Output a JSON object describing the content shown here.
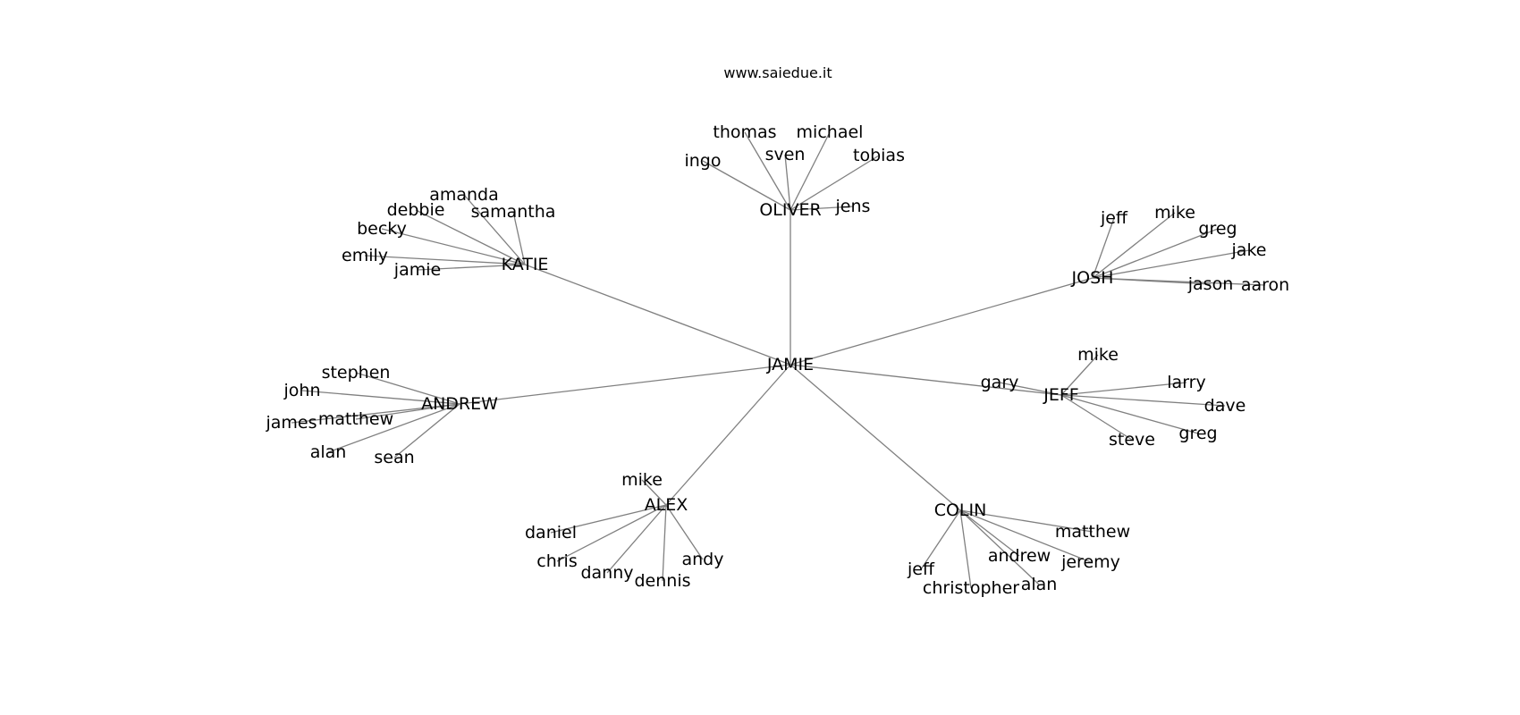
{
  "title": "www.saiedue.it",
  "colors": {
    "background": "#ffffff",
    "edge": "#808080",
    "text": "#000000"
  },
  "diagram": {
    "type": "radial-tree",
    "root": "JAMIE",
    "groups": [
      {
        "hub": "OLIVER",
        "leaves": [
          "thomas",
          "michael",
          "ingo",
          "sven",
          "tobias",
          "jens"
        ]
      },
      {
        "hub": "KATIE",
        "leaves": [
          "amanda",
          "debbie",
          "samantha",
          "becky",
          "emily",
          "jamie"
        ]
      },
      {
        "hub": "JOSH",
        "leaves": [
          "jeff",
          "mike",
          "greg",
          "jake",
          "jason",
          "aaron"
        ]
      },
      {
        "hub": "ANDREW",
        "leaves": [
          "stephen",
          "john",
          "james",
          "matthew",
          "alan",
          "sean"
        ]
      },
      {
        "hub": "JEFF",
        "leaves": [
          "mike",
          "gary",
          "larry",
          "dave",
          "steve",
          "greg"
        ]
      },
      {
        "hub": "ALEX",
        "leaves": [
          "mike",
          "daniel",
          "chris",
          "danny",
          "dennis",
          "andy"
        ]
      },
      {
        "hub": "COLIN",
        "leaves": [
          "matthew",
          "andrew",
          "jeremy",
          "jeff",
          "christopher",
          "alan"
        ]
      }
    ]
  }
}
